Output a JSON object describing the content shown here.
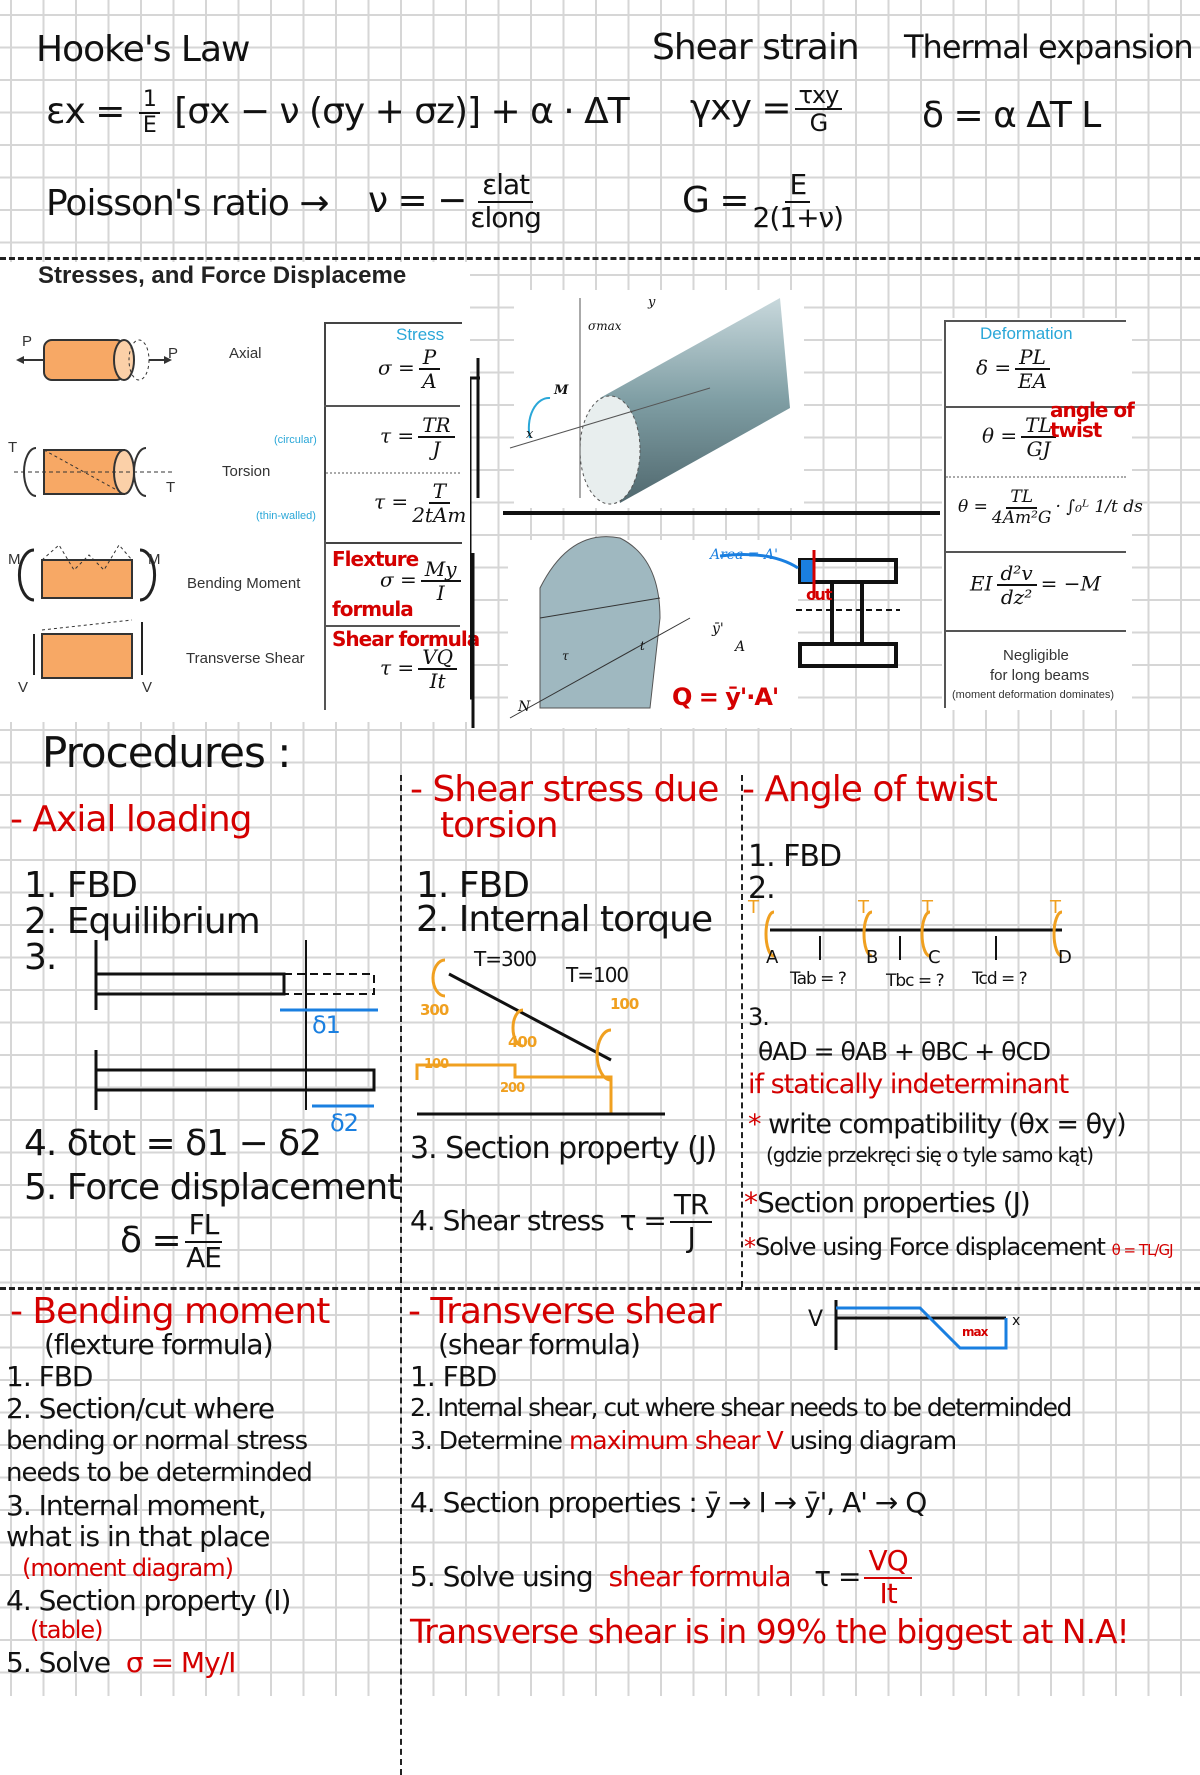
{
  "top": {
    "hooke_title": "Hooke's Law",
    "hooke_lhs": "εx =",
    "hooke_frac_num": "1",
    "hooke_frac_den": "E",
    "hooke_rhs": "[σx − ν (σy + σz)] + α · ΔT",
    "shear_strain_title": "Shear strain",
    "shear_strain_lhs": "γxy =",
    "shear_strain_num": "τxy",
    "shear_strain_den": "G",
    "thermal_title": "Thermal expansion",
    "thermal_formula": "δ = α ΔT L",
    "poisson_label": "Poisson's ratio  →",
    "poisson_lhs": "ν = −",
    "poisson_num": "εlat",
    "poisson_den": "εlong",
    "g_lhs": "G =",
    "g_num": "E",
    "g_den": "2(1+ν)"
  },
  "reference": {
    "title": "Stresses, and Force Displaceme",
    "rows": [
      {
        "label": "Axial",
        "force_left": "P",
        "force_right": "P"
      },
      {
        "label": "Torsion",
        "force_left": "T",
        "force_right": "T",
        "note_circular": "(circular)",
        "note_thin": "(thin-walled)"
      },
      {
        "label": "Bending Moment",
        "force_left": "M",
        "force_right": "M"
      },
      {
        "label": "Transverse Shear",
        "force_left": "V",
        "force_right": "V"
      }
    ],
    "stress_header": "Stress",
    "stress": {
      "axial": {
        "lhs": "σ =",
        "num": "P",
        "den": "A"
      },
      "torsion_circ": {
        "lhs": "τ =",
        "num": "TR",
        "den": "J"
      },
      "torsion_thin": {
        "lhs": "τ =",
        "num": "T",
        "den": "2tAm"
      },
      "bending": {
        "lhs": "σ =",
        "num": "My",
        "den": "I"
      },
      "shear": {
        "lhs": "τ =",
        "num": "VQ",
        "den": "It"
      }
    },
    "deformation_header": "Deformation",
    "deformation": {
      "axial": {
        "lhs": "δ =",
        "num": "PL",
        "den": "EA"
      },
      "torsion_circ": {
        "lhs": "θ =",
        "num": "TL",
        "den": "GJ"
      },
      "torsion_thin": {
        "lhs": "θ =",
        "num": "TL",
        "den": "4Am²G",
        "tail": "· ∫₀ᴸ 1/t ds"
      },
      "bending": {
        "lhs": "EI",
        "num": "d²v",
        "den": "dz²",
        "tail": "= −M"
      },
      "shear_lines": [
        "Negligible",
        "for long beams",
        "(moment deformation dominates)"
      ]
    },
    "annotations": {
      "angle_of_twist": [
        "angle of",
        "twist"
      ],
      "flexture": [
        "Flexture",
        "formula"
      ],
      "shear_formula": "Shear formula",
      "q_formula": "Q = ȳ'·A'",
      "cut": "cut"
    },
    "figure_labels": {
      "sigma_max": "σmax",
      "moment": "M",
      "x": "x",
      "y": "y",
      "area": "Area = A'",
      "ybar": "ȳ'",
      "a": "A",
      "n": "N",
      "tau": "τ",
      "t": "t"
    }
  },
  "procedures": {
    "heading": "Procedures :",
    "axial": {
      "title": "- Axial loading",
      "steps": [
        "1. FBD",
        "2. Equilibrium",
        "3.",
        "4.  δtot = δ1 − δ2",
        "5. Force displacement"
      ],
      "delta1": "δ1",
      "delta2": "δ2",
      "formula_lhs": "δ =",
      "formula_num": "FL",
      "formula_den": "AE"
    },
    "torsion": {
      "title": [
        "- Shear stress due",
        "torsion"
      ],
      "steps": [
        "1. FBD",
        "2. Internal torque",
        "3. Section property (J)",
        "4. Shear stress"
      ],
      "diagram": {
        "t1": "T=300",
        "t2": "T=100",
        "v1": "300",
        "v2": "400",
        "v3": "100",
        "g1": "100",
        "g2": "200"
      },
      "formula_lhs": "τ =",
      "formula_num": "TR",
      "formula_den": "J"
    },
    "twist": {
      "title": "- Angle of twist",
      "steps": [
        "1. FBD",
        "2.",
        "3."
      ],
      "torque_label": "T",
      "points": [
        "A",
        "B",
        "C",
        "D"
      ],
      "segments": [
        "Tab = ?",
        "Tbc = ?",
        "Tcd = ?"
      ],
      "sum": "θAD = θAB + θBC + θCD",
      "indeterminate": "if statically indeterminant",
      "compat": "write compatibility (θx = θy)",
      "compat_note": "(gdzie przekręci się o tyle samo kąt)",
      "section": "Section properties (J)",
      "solve": "Solve using Force displacement",
      "star": "*",
      "solve_formula": "θ = TL/GJ"
    },
    "bending": {
      "title": "- Bending moment",
      "subtitle": "(flexture formula)",
      "steps": [
        "1. FBD",
        "2. Section/cut where",
        "bending or normal stress",
        "needs to be determinded",
        "3. Internal moment,",
        "what is in that place",
        "4. Section property (I)",
        "5. Solve"
      ],
      "moment_diagram": "(moment diagram)",
      "table": "(table)",
      "formula": "σ = My/I"
    },
    "shear": {
      "title": "- Transverse shear",
      "subtitle": "(shear formula)",
      "diagram": {
        "v": "V",
        "x": "x",
        "max": "max"
      },
      "steps": [
        "1. FBD",
        "2. Internal shear, cut where shear needs to be determinded",
        "3. Determine",
        "4. Section properties :   ȳ → I → ȳ', A' → Q",
        "5. Solve  using"
      ],
      "max_shear": "maximum shear V",
      "using_diagram": "using diagram",
      "shear_formula": "shear formula",
      "formula_lhs": "τ =",
      "formula_num": "VQ",
      "formula_den": "It",
      "note": "Transverse shear is in 99% the biggest at N.A!"
    }
  },
  "colors": {
    "red": "#d40000",
    "blue": "#1a7fe0",
    "orange": "#f0a020",
    "cyan": "#2aa7d8",
    "tan": "#f7a865"
  }
}
